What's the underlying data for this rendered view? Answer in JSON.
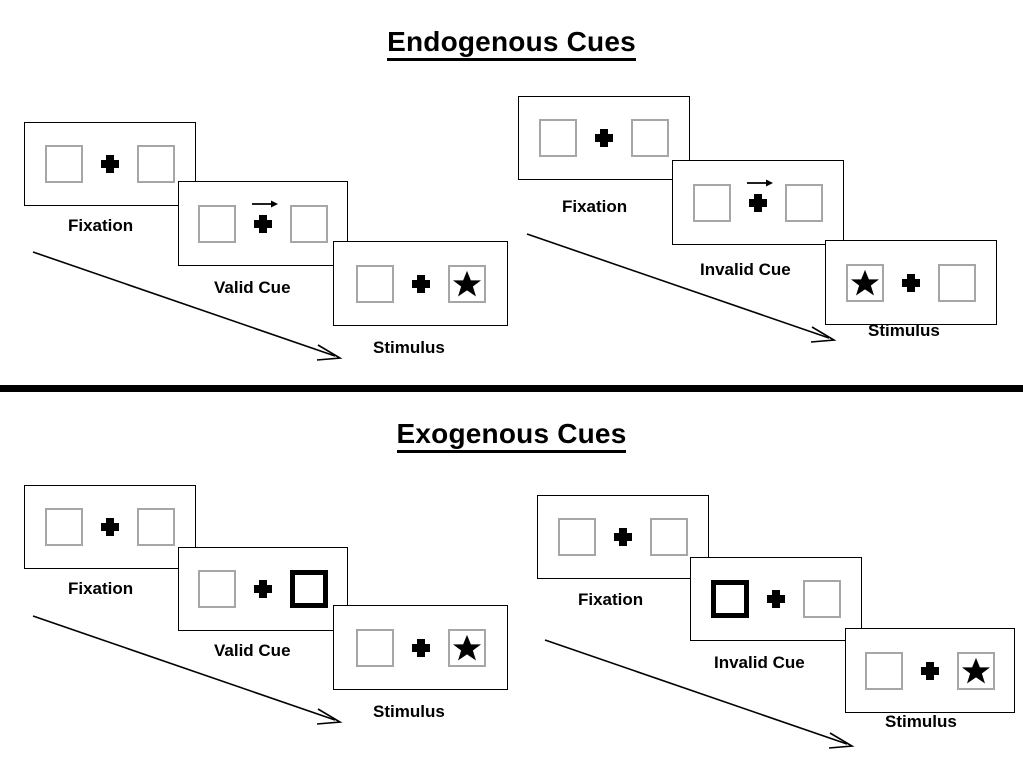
{
  "figure": {
    "title_endogenous": "Endogenous Cues",
    "title_exogenous": "Exogenous Cues"
  },
  "colors": {
    "ink": "#000000",
    "box_outline": "#a6a6a6",
    "panel_outline": "#000000",
    "background": "#ffffff"
  },
  "icons": {
    "fixation_cross": "plus-cross-icon",
    "target_star": "black-star-icon",
    "cue_arrow": "right-arrow-icon",
    "timeline_arrow": "diagonal-time-arrow-icon"
  },
  "sections": [
    {
      "id": "endogenous",
      "title": "Endogenous Cues",
      "cue_type": "central arrow cue",
      "sequences": [
        {
          "id": "endogenous-valid",
          "validity": "valid",
          "frames": [
            {
              "caption": "Fixation",
              "left_box": "empty",
              "right_box": "empty",
              "cue": "none",
              "target": "none"
            },
            {
              "caption": "Valid Cue",
              "left_box": "empty",
              "right_box": "empty",
              "cue": "arrow-right",
              "target": "none"
            },
            {
              "caption": "Stimulus",
              "left_box": "empty",
              "right_box": "star",
              "cue": "none",
              "target": "right"
            }
          ]
        },
        {
          "id": "endogenous-invalid",
          "validity": "invalid",
          "frames": [
            {
              "caption": "Fixation",
              "left_box": "empty",
              "right_box": "empty",
              "cue": "none",
              "target": "none"
            },
            {
              "caption": "Invalid Cue",
              "left_box": "empty",
              "right_box": "empty",
              "cue": "arrow-right",
              "target": "none"
            },
            {
              "caption": "Stimulus",
              "left_box": "star",
              "right_box": "empty",
              "cue": "none",
              "target": "left"
            }
          ]
        }
      ]
    },
    {
      "id": "exogenous",
      "title": "Exogenous Cues",
      "cue_type": "peripheral box flash cue",
      "sequences": [
        {
          "id": "exogenous-valid",
          "validity": "valid",
          "frames": [
            {
              "caption": "Fixation",
              "left_box": "empty",
              "right_box": "empty",
              "cue": "none",
              "target": "none"
            },
            {
              "caption": "Valid Cue",
              "left_box": "empty",
              "right_box": "cued",
              "cue": "right-box-highlight",
              "target": "none"
            },
            {
              "caption": "Stimulus",
              "left_box": "empty",
              "right_box": "star",
              "cue": "none",
              "target": "right"
            }
          ]
        },
        {
          "id": "exogenous-invalid",
          "validity": "invalid",
          "frames": [
            {
              "caption": "Fixation",
              "left_box": "empty",
              "right_box": "empty",
              "cue": "none",
              "target": "none"
            },
            {
              "caption": "Invalid Cue",
              "left_box": "cued",
              "right_box": "empty",
              "cue": "left-box-highlight",
              "target": "none"
            },
            {
              "caption": "Stimulus",
              "left_box": "empty",
              "right_box": "star",
              "cue": "none",
              "target": "right"
            }
          ]
        }
      ]
    }
  ]
}
